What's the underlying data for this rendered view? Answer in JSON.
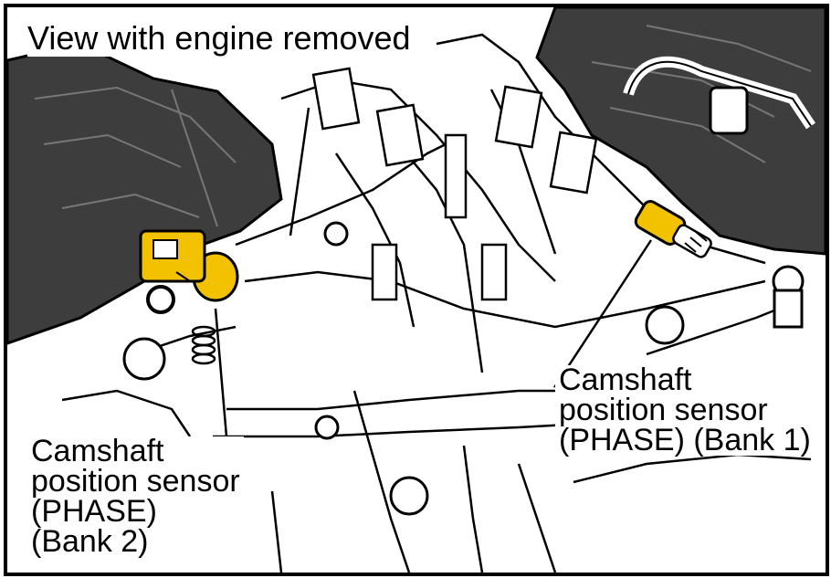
{
  "header": {
    "title": "View with engine removed"
  },
  "callouts": {
    "bank2": {
      "line1": "Camshaft",
      "line2": "position sensor",
      "line3": "(PHASE)",
      "line4": "(Bank 2)"
    },
    "bank1": {
      "line1": "Camshaft",
      "line2": "position sensor",
      "line3": "(PHASE) (Bank 1)"
    }
  },
  "colors": {
    "sensor_highlight": "#f2c200",
    "dark_panel": "#3d3d3d",
    "line": "#000000",
    "background": "#ffffff"
  },
  "icons": {
    "sensor_bank2": "camshaft-sensor-icon",
    "sensor_bank1": "camshaft-sensor-icon"
  }
}
